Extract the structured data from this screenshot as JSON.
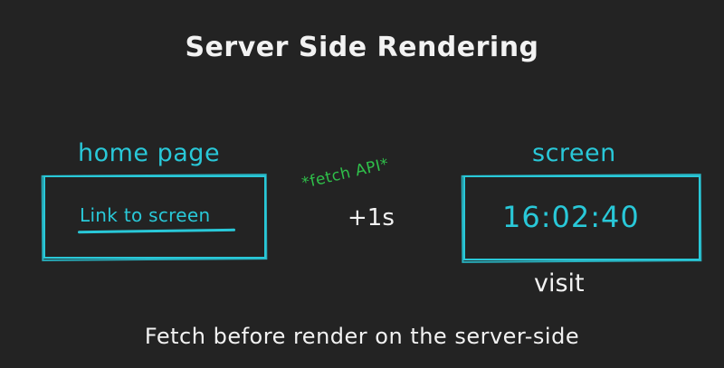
{
  "diagram": {
    "title": "Server Side Rendering",
    "home": {
      "label": "home page",
      "link_text": "Link to screen"
    },
    "fetch_note": "*fetch API*",
    "delay": "+1s",
    "screen": {
      "label": "screen",
      "time": "16:02:40"
    },
    "visit_label": "visit",
    "caption": "Fetch before render on the server-side"
  },
  "colors": {
    "background": "#232323",
    "accent": "#29c8d8",
    "note": "#2fc04a",
    "text": "#f2f2f2"
  }
}
